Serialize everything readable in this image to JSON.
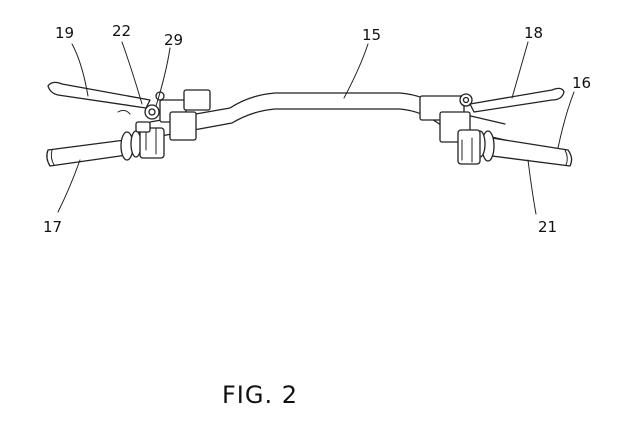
{
  "figure": {
    "caption": "FIG. 2",
    "labels": {
      "l19": "19",
      "l22": "22",
      "l29": "29",
      "l15": "15",
      "l18": "18",
      "l16": "16",
      "l17": "17",
      "l21": "21"
    }
  }
}
